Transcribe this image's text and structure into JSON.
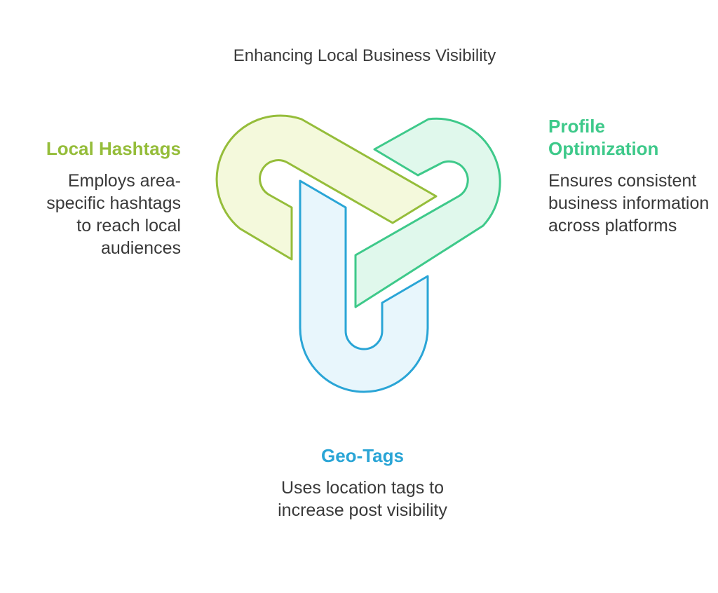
{
  "title": "Enhancing Local Business Visibility",
  "items": [
    {
      "heading": "Local Hashtags",
      "description": "Employs area-specific hashtags to reach local audiences",
      "color": "#95bd3a"
    },
    {
      "heading": "Profile Optimization",
      "description": "Ensures consistent business information across platforms",
      "color": "#3ec98a"
    },
    {
      "heading": "Geo-Tags",
      "description": "Uses location tags to increase post visibility",
      "color": "#2aa5d6"
    }
  ]
}
